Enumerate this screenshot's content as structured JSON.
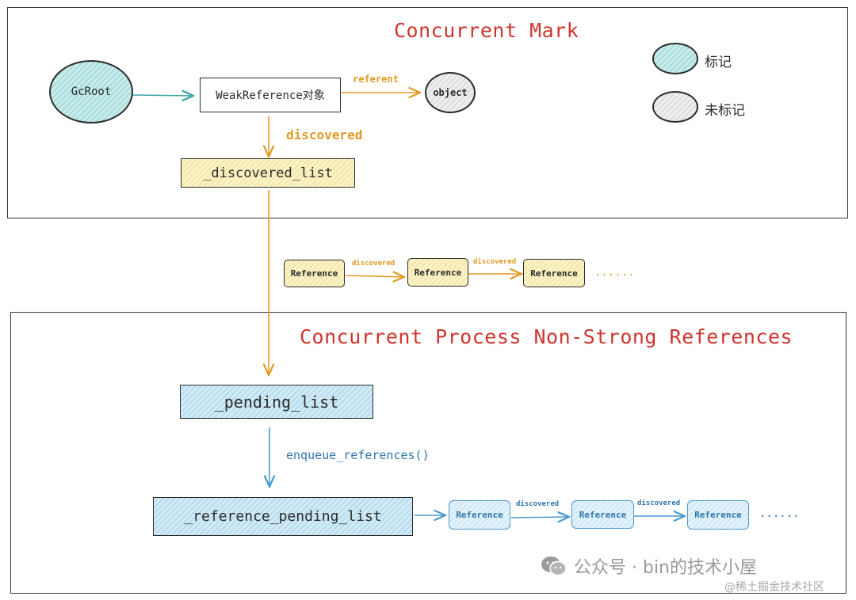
{
  "top_section": {
    "title": "Concurrent Mark",
    "gcroot": "GcRoot",
    "weakref": "WeakReference对象",
    "referent_label": "referent",
    "object": "object",
    "discovered_label": "discovered",
    "discovered_list": "_discovered_list"
  },
  "legend": {
    "marked": "标记",
    "unmarked": "未标记"
  },
  "middle_chain": {
    "items": [
      "Reference",
      "Reference",
      "Reference"
    ],
    "edge_labels": [
      "discovered",
      "discovered"
    ],
    "ellipsis": "......"
  },
  "bottom_section": {
    "title": "Concurrent Process Non-Strong References",
    "pending_list": "_pending_list",
    "enqueue_label": "enqueue_references()",
    "reference_pending_list": "_reference_pending_list",
    "chain_items": [
      "Reference",
      "Reference",
      "Reference"
    ],
    "chain_edge_labels": [
      "discovered",
      "discovered"
    ],
    "ellipsis": "......"
  },
  "watermark": {
    "wechat": "公众号 · bin的技术小屋",
    "site": "@稀土掘金技术社区"
  },
  "colors": {
    "title_red": "#d0352f",
    "orange": "#e39a25",
    "blue": "#2f76b0",
    "teal": "#3aa3a3"
  }
}
